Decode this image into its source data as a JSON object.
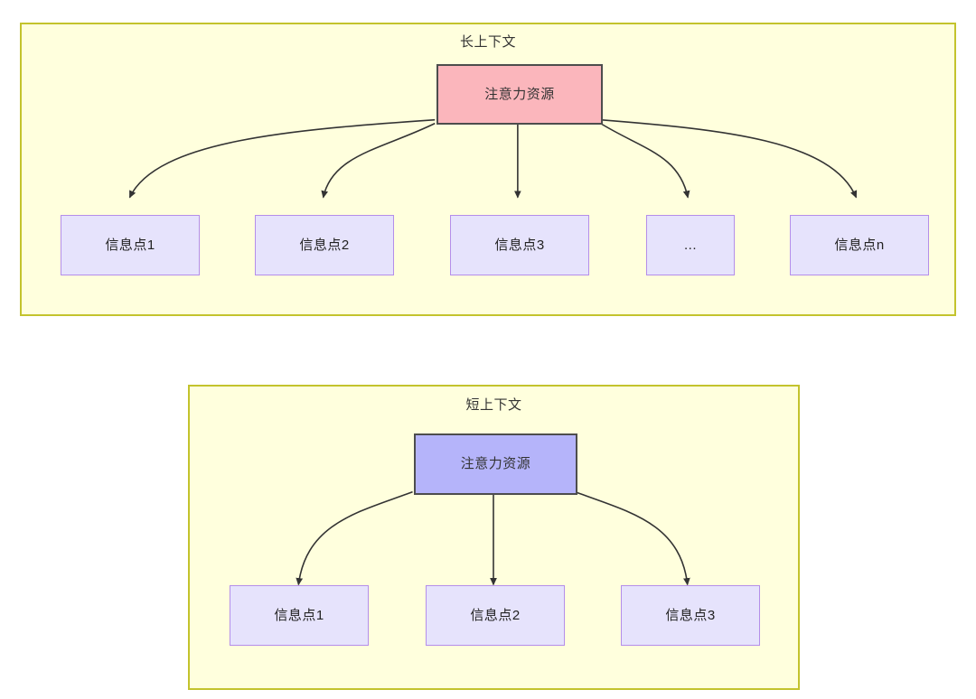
{
  "diagram": {
    "type": "flow-hierarchy",
    "background": "#FFFFFF",
    "groups": [
      {
        "id": "long-context",
        "title": "长上下文",
        "fill": "#FFFFDD",
        "stroke": "#C3C32D",
        "root": {
          "label": "注意力资源",
          "fill": "#FBB6BC",
          "stroke": "#4D4D4D"
        },
        "leaves": [
          {
            "label": "信息点1",
            "fill": "#E6E3FC",
            "stroke": "#B48EEA"
          },
          {
            "label": "信息点2",
            "fill": "#E6E3FC",
            "stroke": "#B48EEA"
          },
          {
            "label": "信息点3",
            "fill": "#E6E3FC",
            "stroke": "#B48EEA"
          },
          {
            "label": "...",
            "fill": "#E6E3FC",
            "stroke": "#B48EEA"
          },
          {
            "label": "信息点n",
            "fill": "#E6E3FC",
            "stroke": "#B48EEA"
          }
        ]
      },
      {
        "id": "short-context",
        "title": "短上下文",
        "fill": "#FFFFDD",
        "stroke": "#C3C32D",
        "root": {
          "label": "注意力资源",
          "fill": "#B5B4FA",
          "stroke": "#4D4D4D"
        },
        "leaves": [
          {
            "label": "信息点1",
            "fill": "#E6E3FC",
            "stroke": "#B48EEA"
          },
          {
            "label": "信息点2",
            "fill": "#E6E3FC",
            "stroke": "#B48EEA"
          },
          {
            "label": "信息点3",
            "fill": "#E6E3FC",
            "stroke": "#B48EEA"
          }
        ]
      }
    ],
    "edge_color": "#333333",
    "arrowhead": "filled-triangle"
  }
}
